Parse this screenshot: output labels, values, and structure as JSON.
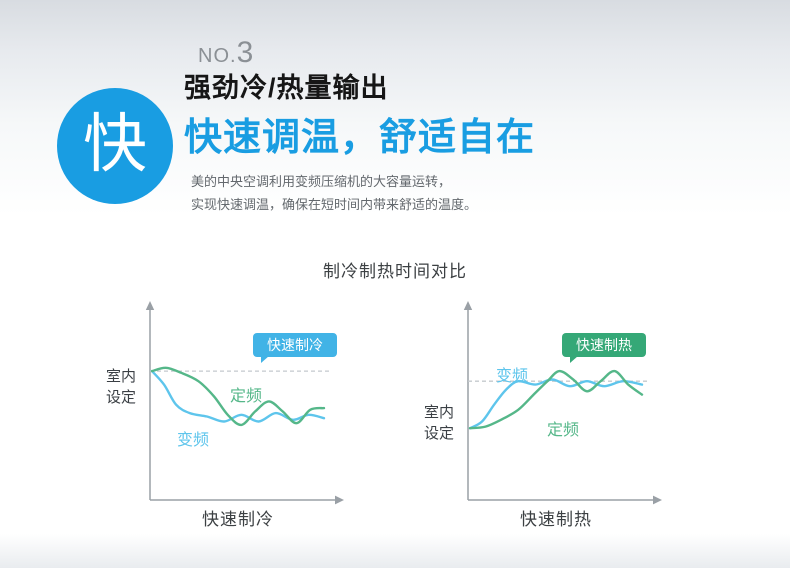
{
  "header": {
    "circle_char": "快",
    "no_prefix": "NO.",
    "no_digit": "3",
    "title": "强劲冷/热量输出",
    "subtitle": "快速调温，舒适自在",
    "desc_line1": "美的中央空调利用变频压缩机的大容量运转，",
    "desc_line2": "实现快速调温，确保在短时间内带来舒适的温度。"
  },
  "section": {
    "chart_title": "制冷制热时间对比"
  },
  "colors": {
    "accent_blue": "#199de2",
    "line_blue": "#5ec5ec",
    "line_green": "#55b789",
    "badge_blue": "#41b3e6",
    "badge_green": "#35a877",
    "axis_gray": "#9aa0a6"
  },
  "chart_data": [
    {
      "type": "line",
      "title": "快速制冷",
      "xlabel": "快速制冷",
      "ylabel": "室内设定",
      "badge_label": "快速制冷",
      "badge_color": "#41b3e6",
      "setpoint": 0.34,
      "setpoint_label": "室内设定",
      "grid": false,
      "axis_range_note": "conceptual time vs indoor temperature, no numeric ticks",
      "series": [
        {
          "name": "变频",
          "color": "#5ec5ec",
          "points": [
            [
              0,
              0.34
            ],
            [
              0.07,
              0.42
            ],
            [
              0.14,
              0.54
            ],
            [
              0.22,
              0.59
            ],
            [
              0.32,
              0.61
            ],
            [
              0.42,
              0.64
            ],
            [
              0.52,
              0.6
            ],
            [
              0.62,
              0.64
            ],
            [
              0.72,
              0.59
            ],
            [
              0.82,
              0.63
            ],
            [
              0.91,
              0.6
            ],
            [
              1,
              0.62
            ]
          ]
        },
        {
          "name": "定频",
          "color": "#55b789",
          "points": [
            [
              0,
              0.34
            ],
            [
              0.08,
              0.32
            ],
            [
              0.17,
              0.35
            ],
            [
              0.27,
              0.4
            ],
            [
              0.36,
              0.49
            ],
            [
              0.44,
              0.6
            ],
            [
              0.52,
              0.66
            ],
            [
              0.6,
              0.58
            ],
            [
              0.68,
              0.52
            ],
            [
              0.76,
              0.58
            ],
            [
              0.84,
              0.65
            ],
            [
              0.92,
              0.57
            ],
            [
              1,
              0.56
            ]
          ]
        }
      ]
    },
    {
      "type": "line",
      "title": "快速制热",
      "xlabel": "快速制热",
      "ylabel": "室内设定",
      "badge_label": "快速制热",
      "badge_color": "#35a877",
      "setpoint": 0.4,
      "setpoint_label": "室内设定",
      "grid": false,
      "axis_range_note": "conceptual time vs indoor temperature, no numeric ticks",
      "series": [
        {
          "name": "变频",
          "color": "#5ec5ec",
          "points": [
            [
              0,
              0.68
            ],
            [
              0.07,
              0.64
            ],
            [
              0.14,
              0.54
            ],
            [
              0.21,
              0.45
            ],
            [
              0.28,
              0.4
            ],
            [
              0.38,
              0.42
            ],
            [
              0.48,
              0.39
            ],
            [
              0.58,
              0.43
            ],
            [
              0.68,
              0.4
            ],
            [
              0.78,
              0.43
            ],
            [
              0.89,
              0.4
            ],
            [
              1,
              0.42
            ]
          ]
        },
        {
          "name": "定频",
          "color": "#55b789",
          "points": [
            [
              0,
              0.68
            ],
            [
              0.09,
              0.67
            ],
            [
              0.18,
              0.63
            ],
            [
              0.28,
              0.57
            ],
            [
              0.37,
              0.48
            ],
            [
              0.45,
              0.4
            ],
            [
              0.52,
              0.34
            ],
            [
              0.6,
              0.39
            ],
            [
              0.68,
              0.46
            ],
            [
              0.76,
              0.4
            ],
            [
              0.84,
              0.34
            ],
            [
              0.92,
              0.42
            ],
            [
              1,
              0.48
            ]
          ]
        }
      ]
    }
  ]
}
